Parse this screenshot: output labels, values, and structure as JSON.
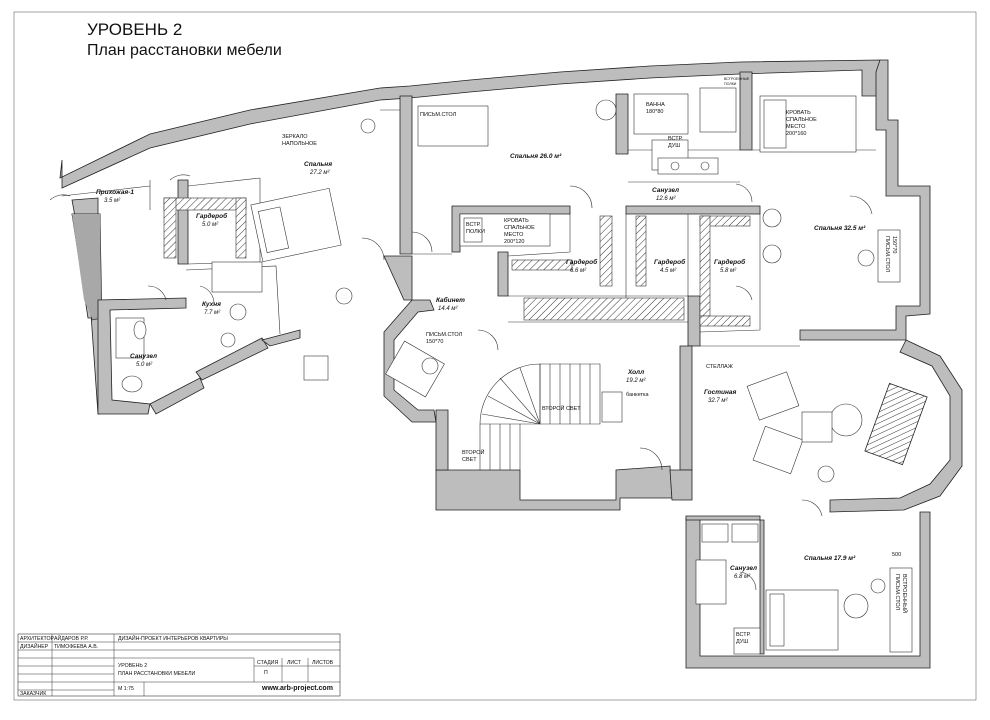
{
  "header": {
    "level": "УРОВЕНЬ 2",
    "subtitle": "План расстановки мебели"
  },
  "rooms": [
    {
      "key": "entry",
      "name": "Прихожая-1",
      "area": "3.5 м²"
    },
    {
      "key": "bedroom1",
      "name": "Спальня",
      "area": "27.2 м²"
    },
    {
      "key": "wardrobe1",
      "name": "Гардероб",
      "area": "5.0 м²"
    },
    {
      "key": "kitchen",
      "name": "Кухня",
      "area": "7.7 м²"
    },
    {
      "key": "bath1",
      "name": "Санузел",
      "area": "5.0 м²"
    },
    {
      "key": "bedroom2",
      "name": "Спальня 26.0 м²",
      "area": ""
    },
    {
      "key": "bath2",
      "name": "Санузел",
      "area": "12.6 м²"
    },
    {
      "key": "bedroom3",
      "name": "Спальня 32.5 м²",
      "area": ""
    },
    {
      "key": "wardrobe2",
      "name": "Гардероб",
      "area": "6.6 м²"
    },
    {
      "key": "wardrobe3",
      "name": "Гардероб",
      "area": "4.5 м²"
    },
    {
      "key": "wardrobe4",
      "name": "Гардероб",
      "area": "5.8 м²"
    },
    {
      "key": "study",
      "name": "Кабинет",
      "area": "14.4 м²"
    },
    {
      "key": "hall",
      "name": "Холл",
      "area": "19.2 м²"
    },
    {
      "key": "living",
      "name": "Гостиная",
      "area": "32.7 м²"
    },
    {
      "key": "bath3",
      "name": "Санузел",
      "area": "6.8 м²"
    },
    {
      "key": "bedroom4",
      "name": "Спальня 17.9 м²",
      "area": ""
    }
  ],
  "furniture_labels": {
    "mirror": [
      "ЗЕРКАЛО",
      "НАПОЛЬНОЕ"
    ],
    "desk1": "ПИСЬМ.СТОЛ",
    "tub": [
      "ВАННА",
      "180*80"
    ],
    "builtin_shelves": [
      "ВСТРОЕННЫЕ",
      "ПОЛКИ"
    ],
    "shower1": [
      "ВСТР.",
      "ДУШ"
    ],
    "bed1": [
      "КРОВАТЬ",
      "СПАЛЬНОЕ",
      "МЕСТО",
      "200*160"
    ],
    "shelves2": [
      "ВСТР.",
      "ПОЛКИ"
    ],
    "bed2": [
      "КРОВАТЬ",
      "СПАЛЬНОЕ",
      "МЕСТО",
      "200*120"
    ],
    "desk2": [
      "ПИСЬМ.СТОЛ",
      "150*70"
    ],
    "desk3": [
      "ПИСЬМ.СТОЛ",
      "150*70"
    ],
    "shelving": "СТЕЛЛАЖ",
    "second_light1": "ВТОРОЙ СВЕТ",
    "second_light2": [
      "ВТОРОЙ",
      "СВЕТ"
    ],
    "banquette": "банкетка",
    "shower2": [
      "ВСТР.",
      "ДУШ"
    ],
    "desk_builtin": [
      "ПИСЬМ.СТОЛ",
      "ВСТРОЕННЫЙ"
    ],
    "dim500": "500"
  },
  "title_block": {
    "row1_role": "АРХИТЕКТОР",
    "row1_name": "АЙДАРОВ Р.Р.",
    "row2_role": "ДИЗАЙНЕР",
    "row2_name": "ТИМОФЕЕВА А.В.",
    "customer_role": "ЗАКАЗЧИК",
    "project": "ДИЗАЙН-ПРОЕКТ ИНТЕРЬЕРОВ КВАРТИРЫ",
    "sheet_title_1": "УРОВЕНЬ 2",
    "sheet_title_2": "ПЛАН РАССТАНОВКИ МЕБЕЛИ",
    "stage_label": "СТАДИЯ",
    "stage_value": "П",
    "sheet_label": "ЛИСТ",
    "sheets_label": "ЛИСТОВ",
    "scale": "М 1:75",
    "website": "www.arb-project.com"
  }
}
